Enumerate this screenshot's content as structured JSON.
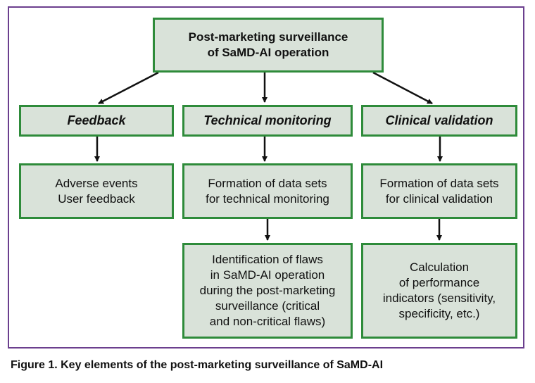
{
  "root": {
    "line1": "Post-marketing surveillance",
    "line2": "of SaMD-AI operation"
  },
  "columns": [
    {
      "heading": "Feedback",
      "steps": [
        [
          "Adverse events",
          "User feedback"
        ]
      ]
    },
    {
      "heading": "Technical monitoring",
      "steps": [
        [
          "Formation of data sets",
          "for technical monitoring"
        ],
        [
          "Identification of flaws",
          "in SaMD-AI operation",
          "during the post-marketing",
          "surveillance (critical",
          "and non-critical flaws)"
        ]
      ]
    },
    {
      "heading": "Clinical validation",
      "steps": [
        [
          "Formation of data sets",
          "for clinical validation"
        ],
        [
          "Calculation",
          "of performance",
          "indicators (sensitivity,",
          "specificity, etc.)"
        ]
      ]
    }
  ],
  "caption": "Figure 1. Key elements of the post-marketing surveillance of SaMD-AI",
  "colors": {
    "box_fill": "#d9e2d9",
    "box_border": "#2e8b3a",
    "frame": "#6b3f8e",
    "arrow": "#111111"
  }
}
